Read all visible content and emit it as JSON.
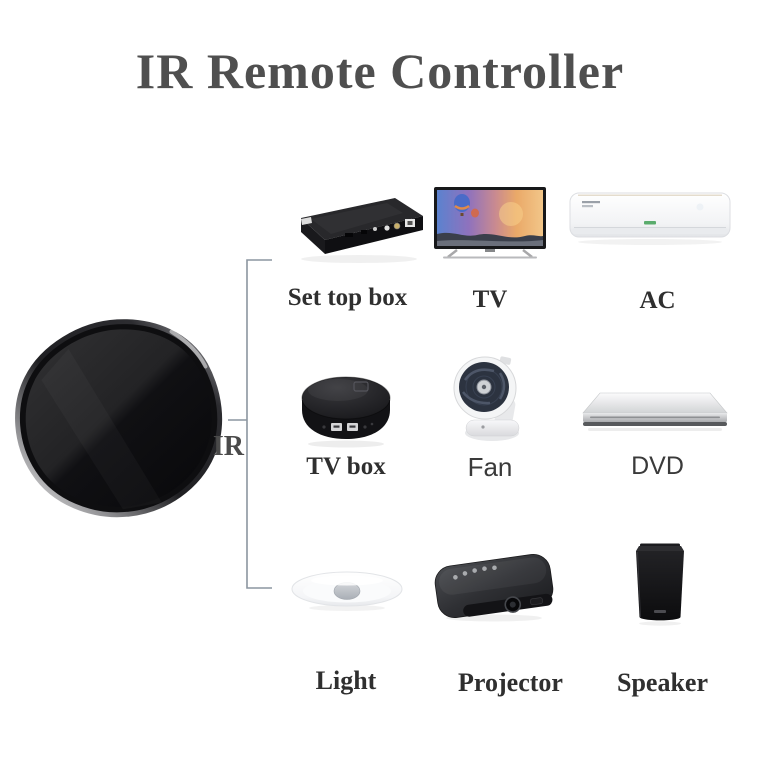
{
  "title": {
    "text": "IR Remote Controller"
  },
  "hub": {
    "label": "IR",
    "description": "black rounded-hexagon IR remote controller device"
  },
  "devices": [
    {
      "id": "set-top-box",
      "label": "Set top box"
    },
    {
      "id": "tv",
      "label": "TV"
    },
    {
      "id": "ac",
      "label": "AC"
    },
    {
      "id": "tv-box",
      "label": "TV box"
    },
    {
      "id": "fan",
      "label": "Fan"
    },
    {
      "id": "dvd",
      "label": "DVD"
    },
    {
      "id": "light",
      "label": "Light"
    },
    {
      "id": "projector",
      "label": "Projector"
    },
    {
      "id": "speaker",
      "label": "Speaker"
    }
  ],
  "colors": {
    "background": "#ffffff",
    "title_text": "#4f4f4f",
    "label_text": "#2f2f2f",
    "bracket_line": "#8c96a0"
  }
}
